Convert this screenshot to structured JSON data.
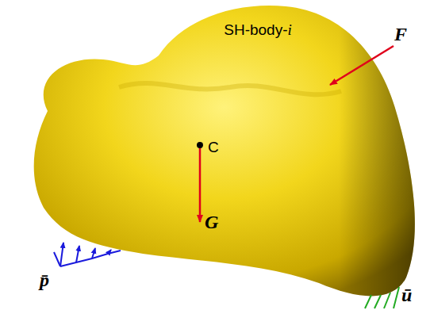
{
  "diagram": {
    "nodes": [
      {
        "text": [
          "SH-body-i"
        ]
      }
    ],
    "labels": [
      "C",
      "G",
      "F",
      "p̄",
      "ū"
    ]
  }
}
